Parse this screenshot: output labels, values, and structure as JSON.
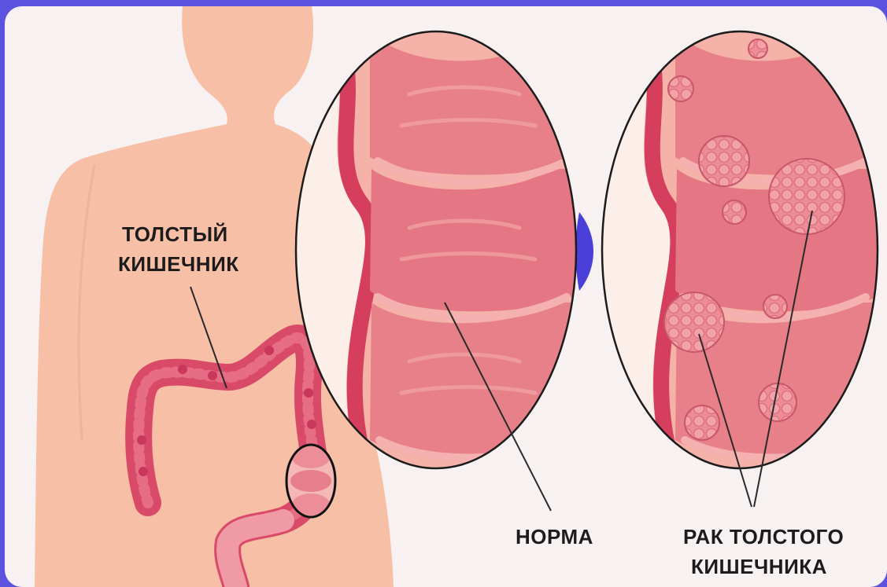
{
  "labels": {
    "colon": [
      "ТОЛСТЫЙ",
      "КИШЕЧНИК"
    ],
    "normal": "НОРМА",
    "cancer": [
      "РАК ТОЛСТОГО",
      "КИШЕЧНИКА"
    ]
  },
  "colors": {
    "frame": "#5b53e0",
    "background": "#f7f2f1",
    "skin": "#f7bfa6",
    "colon": "#d94a68",
    "lumen": "#e8808a",
    "lumen_highlight": "#f2a5a6",
    "wall": "#f6b9ae",
    "tumor": "#ee8b94"
  },
  "icons": [
    "magnifier-circle",
    "tumor-cluster"
  ]
}
